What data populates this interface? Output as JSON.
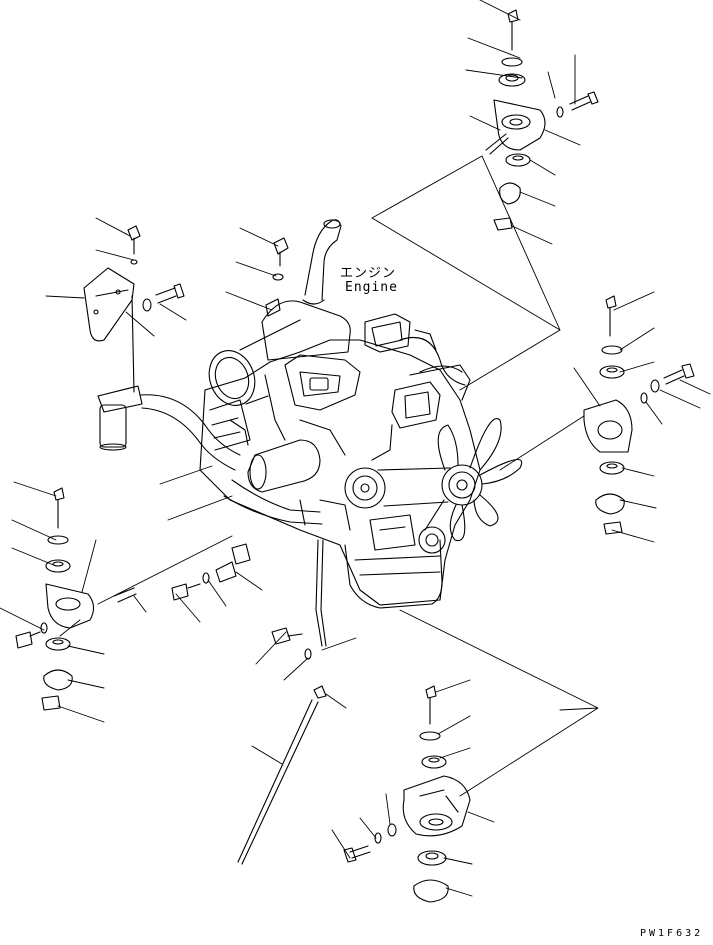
{
  "diagram": {
    "label_japanese": "エンジン",
    "label_english": "Engine",
    "figure_code": "PW1F632"
  },
  "colors": {
    "line": "#000000",
    "background": "#ffffff"
  }
}
